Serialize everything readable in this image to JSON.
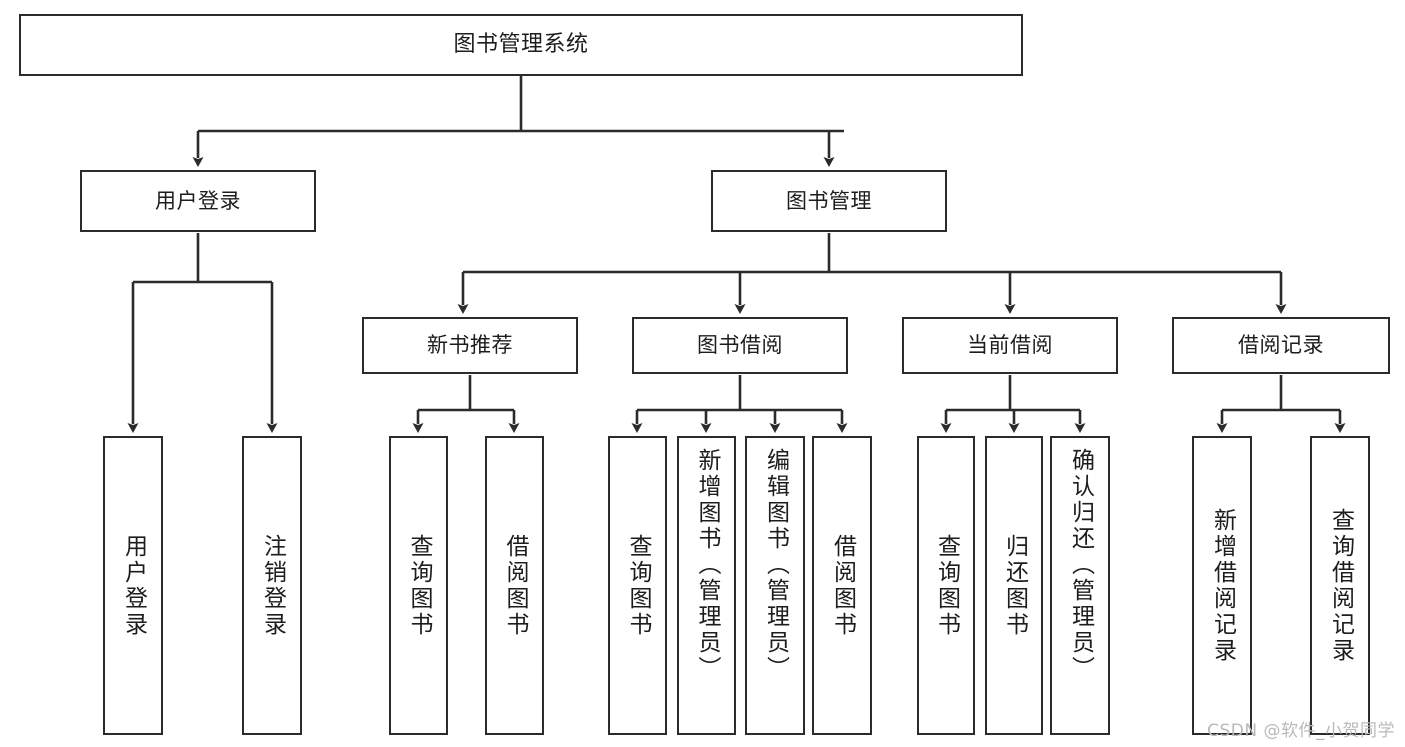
{
  "diagram": {
    "type": "tree-hierarchy",
    "title": "图书管理系统",
    "orientation": "top-down",
    "colors": {
      "box_border": "#2b2b2b",
      "box_fill": "#ffffff",
      "edge": "#2b2b2b",
      "text": "#1d1d1d",
      "watermark": "#b9b9b9"
    },
    "nodes": {
      "root": {
        "label": "图书管理系统"
      },
      "level2": [
        {
          "id": "user-login",
          "label": "用户登录"
        },
        {
          "id": "book-manage",
          "label": "图书管理"
        }
      ],
      "level3": [
        {
          "id": "new-book-recommend",
          "label": "新书推荐"
        },
        {
          "id": "book-borrow",
          "label": "图书借阅"
        },
        {
          "id": "current-borrow",
          "label": "当前借阅"
        },
        {
          "id": "borrow-record",
          "label": "借阅记录"
        }
      ],
      "leaves": {
        "user-login": [
          {
            "id": "leaf-user-login",
            "label": "用户登录"
          },
          {
            "id": "leaf-user-logout",
            "label": "注销登录"
          }
        ],
        "new-book-recommend": [
          {
            "id": "leaf-query-book-1",
            "label": "查询图书"
          },
          {
            "id": "leaf-borrow-book-1",
            "label": "借阅图书"
          }
        ],
        "book-borrow": [
          {
            "id": "leaf-query-book-2",
            "label": "查询图书"
          },
          {
            "id": "leaf-add-book",
            "label": "新增图书（管理员）"
          },
          {
            "id": "leaf-edit-book",
            "label": "编辑图书（管理员）"
          },
          {
            "id": "leaf-borrow-book-2",
            "label": "借阅图书"
          }
        ],
        "current-borrow": [
          {
            "id": "leaf-query-book-3",
            "label": "查询图书"
          },
          {
            "id": "leaf-return-book",
            "label": "归还图书"
          },
          {
            "id": "leaf-confirm-return",
            "label": "确认归还（管理员）"
          }
        ],
        "borrow-record": [
          {
            "id": "leaf-add-record",
            "label": "新增借阅记录"
          },
          {
            "id": "leaf-query-record",
            "label": "查询借阅记录"
          }
        ]
      }
    },
    "watermark": "CSDN @软件_小贺同学"
  }
}
